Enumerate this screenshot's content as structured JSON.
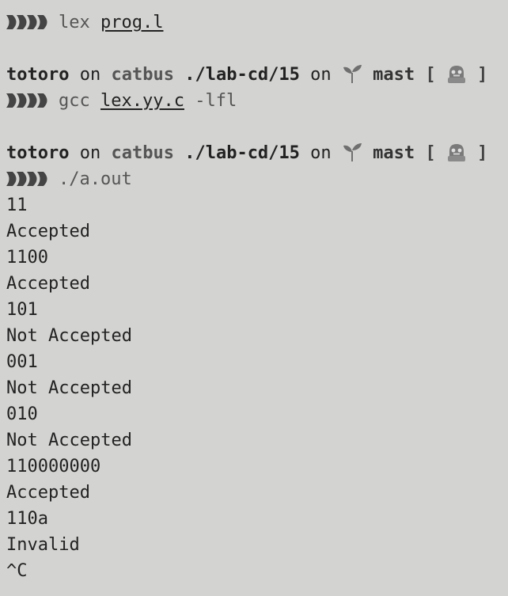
{
  "colors": {
    "background": "#d3d3d1",
    "text": "#222222",
    "muted": "#555555",
    "sprout": "#6f6f6f",
    "robot": "#7a7a7a"
  },
  "lines": [
    {
      "kind": "command",
      "cmd": "lex",
      "arg": "prog.l",
      "rest": ""
    },
    {
      "kind": "blank"
    },
    {
      "kind": "prompt",
      "user": "totoro",
      "on1": "on",
      "host": "catbus",
      "path": "./lab-cd/15",
      "on2": "on",
      "branch": "mast",
      "open": "[",
      "close": "]"
    },
    {
      "kind": "command",
      "cmd": "gcc",
      "arg": "lex.yy.c",
      "rest": "-lfl"
    },
    {
      "kind": "blank"
    },
    {
      "kind": "prompt",
      "user": "totoro",
      "on1": "on",
      "host": "catbus",
      "path": "./lab-cd/15",
      "on2": "on",
      "branch": "mast",
      "open": "[",
      "close": "]"
    },
    {
      "kind": "command",
      "cmd": "./a.out",
      "arg": "",
      "rest": ""
    },
    {
      "kind": "output",
      "text": "11"
    },
    {
      "kind": "output",
      "text": "Accepted"
    },
    {
      "kind": "output",
      "text": "1100"
    },
    {
      "kind": "output",
      "text": "Accepted"
    },
    {
      "kind": "output",
      "text": "101"
    },
    {
      "kind": "output",
      "text": "Not Accepted"
    },
    {
      "kind": "output",
      "text": "001"
    },
    {
      "kind": "output",
      "text": "Not Accepted"
    },
    {
      "kind": "output",
      "text": "010"
    },
    {
      "kind": "output",
      "text": "Not Accepted"
    },
    {
      "kind": "output",
      "text": "110000000"
    },
    {
      "kind": "output",
      "text": "Accepted"
    },
    {
      "kind": "output",
      "text": "110a"
    },
    {
      "kind": "output",
      "text": "Invalid"
    },
    {
      "kind": "output",
      "text": "^C"
    }
  ]
}
